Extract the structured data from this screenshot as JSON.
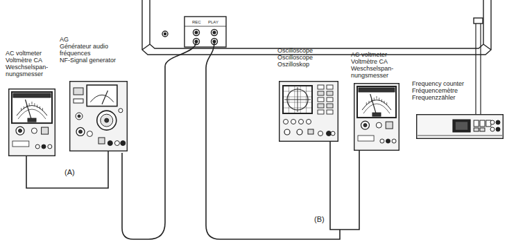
{
  "diagram": {
    "nodes": [
      {
        "text": [
          "AC voltmeter",
          "Voltmètre CA",
          "Weschselspan- nungsmesser"
        ]
      },
      {
        "text": [
          "AG",
          "Générateur audio fréquences",
          "NF-Signal generator"
        ]
      },
      {
        "text": [
          "Oscilloscope",
          "Oscilloscope",
          "Oszilloskop"
        ]
      },
      {
        "text": [
          "AC voltmeter",
          "Voltmètre CA",
          "Weschselspan- nungsmesser"
        ]
      },
      {
        "text": [
          "Frequency counter",
          "Fréquencemètre",
          "Frequenzzähler"
        ]
      }
    ],
    "edges": [
      {
        "from": 0,
        "to": 1,
        "arrow": "none",
        "label": "(A)"
      },
      {
        "from": 2,
        "to": 3,
        "arrow": "none",
        "label": "(B)"
      }
    ],
    "labels": [
      "REC",
      "PLAY"
    ]
  }
}
